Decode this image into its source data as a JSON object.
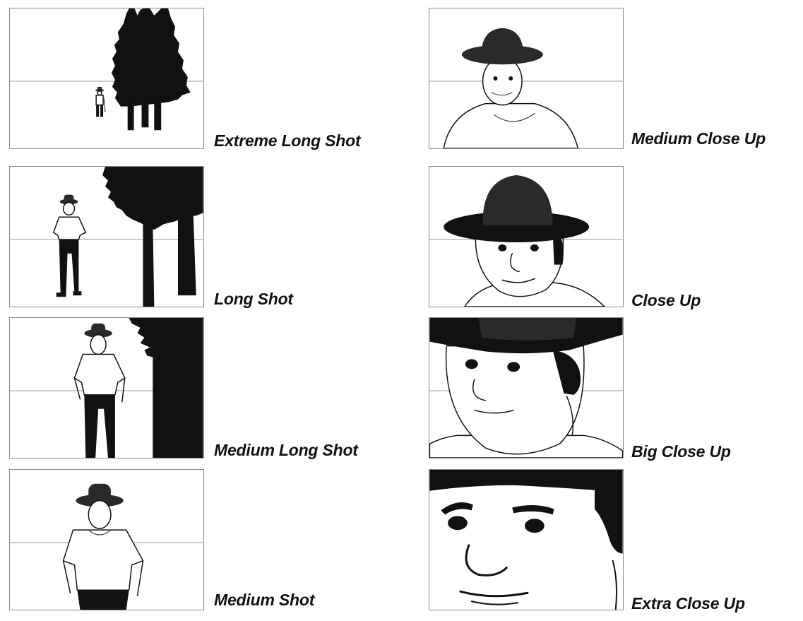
{
  "shots": [
    {
      "label": "Extreme Long Shot"
    },
    {
      "label": "Long Shot"
    },
    {
      "label": "Medium Long Shot"
    },
    {
      "label": "Medium Shot"
    },
    {
      "label": "Medium Close Up"
    },
    {
      "label": "Close Up"
    },
    {
      "label": "Big Close Up"
    },
    {
      "label": "Extra Close Up"
    }
  ],
  "colors": {
    "ink": "#111111",
    "hat": "#2a2a2a",
    "frame": "#8a8a8a",
    "horizon": "#9a9a9a"
  }
}
